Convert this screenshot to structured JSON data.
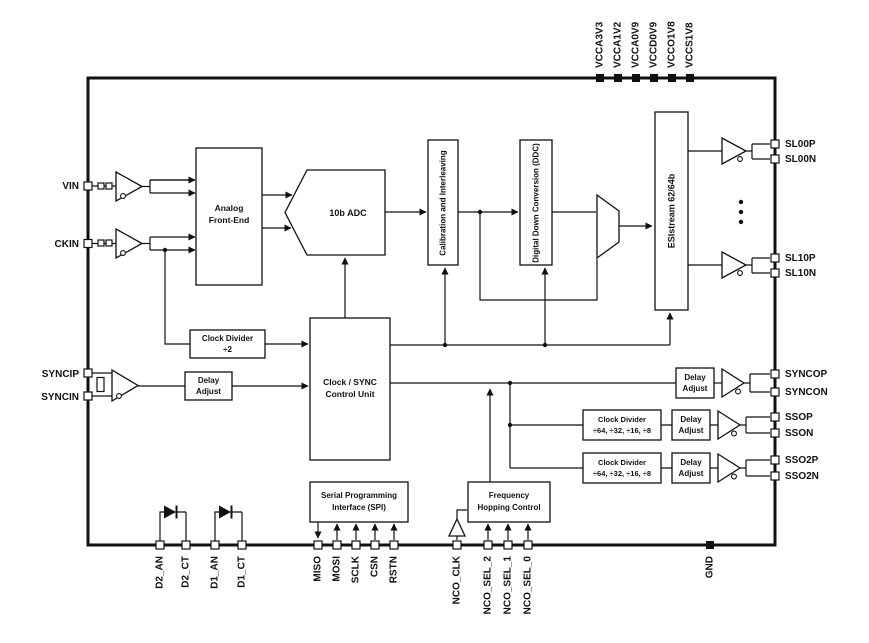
{
  "pins": {
    "top": [
      "VCCA3V3",
      "VCCA1V2",
      "VCCA0V9",
      "VCCD0V9",
      "VCCO1V8",
      "VCCS1V8"
    ],
    "left": [
      "VIN",
      "CKIN",
      "SYNCIP",
      "SYNCIN"
    ],
    "right": [
      "SL00P",
      "SL00N",
      "SL10P",
      "SL10N",
      "SYNCOP",
      "SYNCON",
      "SSOP",
      "SSON",
      "SSO2P",
      "SSO2N"
    ],
    "bottom": [
      "D2_AN",
      "D2_CT",
      "D1_AN",
      "D1_CT",
      "MISO",
      "MOSI",
      "SCLK",
      "CSN",
      "RSTN",
      "NCO_CLK",
      "NCO_SEL_2",
      "NCO_SEL_1",
      "NCO_SEL_0",
      "GND"
    ]
  },
  "blocks": {
    "afe": {
      "lines": [
        "Analog",
        "Front-End"
      ]
    },
    "adc": {
      "label": "10b ADC"
    },
    "cal": {
      "label": "Calibration and Interleaving"
    },
    "ddc": {
      "label": "Digital Down Conversion (DDC)"
    },
    "esistream": {
      "label": "ESIstream 62/64b"
    },
    "clkdiv2": {
      "lines": [
        "Clock Divider",
        "÷2"
      ]
    },
    "csu": {
      "lines": [
        "Clock / SYNC",
        "Control Unit"
      ]
    },
    "delay": {
      "lines": [
        "Delay",
        "Adjust"
      ]
    },
    "clkdiv": {
      "lines": [
        "Clock Divider",
        "÷64, ÷32, ÷16, ÷8"
      ]
    },
    "spi": {
      "lines": [
        "Serial Programming",
        "Interface (SPI)"
      ]
    },
    "fhc": {
      "lines": [
        "Frequency",
        "Hopping Control"
      ]
    }
  },
  "colors": {
    "ink": "#111111",
    "background": "#ffffff"
  }
}
